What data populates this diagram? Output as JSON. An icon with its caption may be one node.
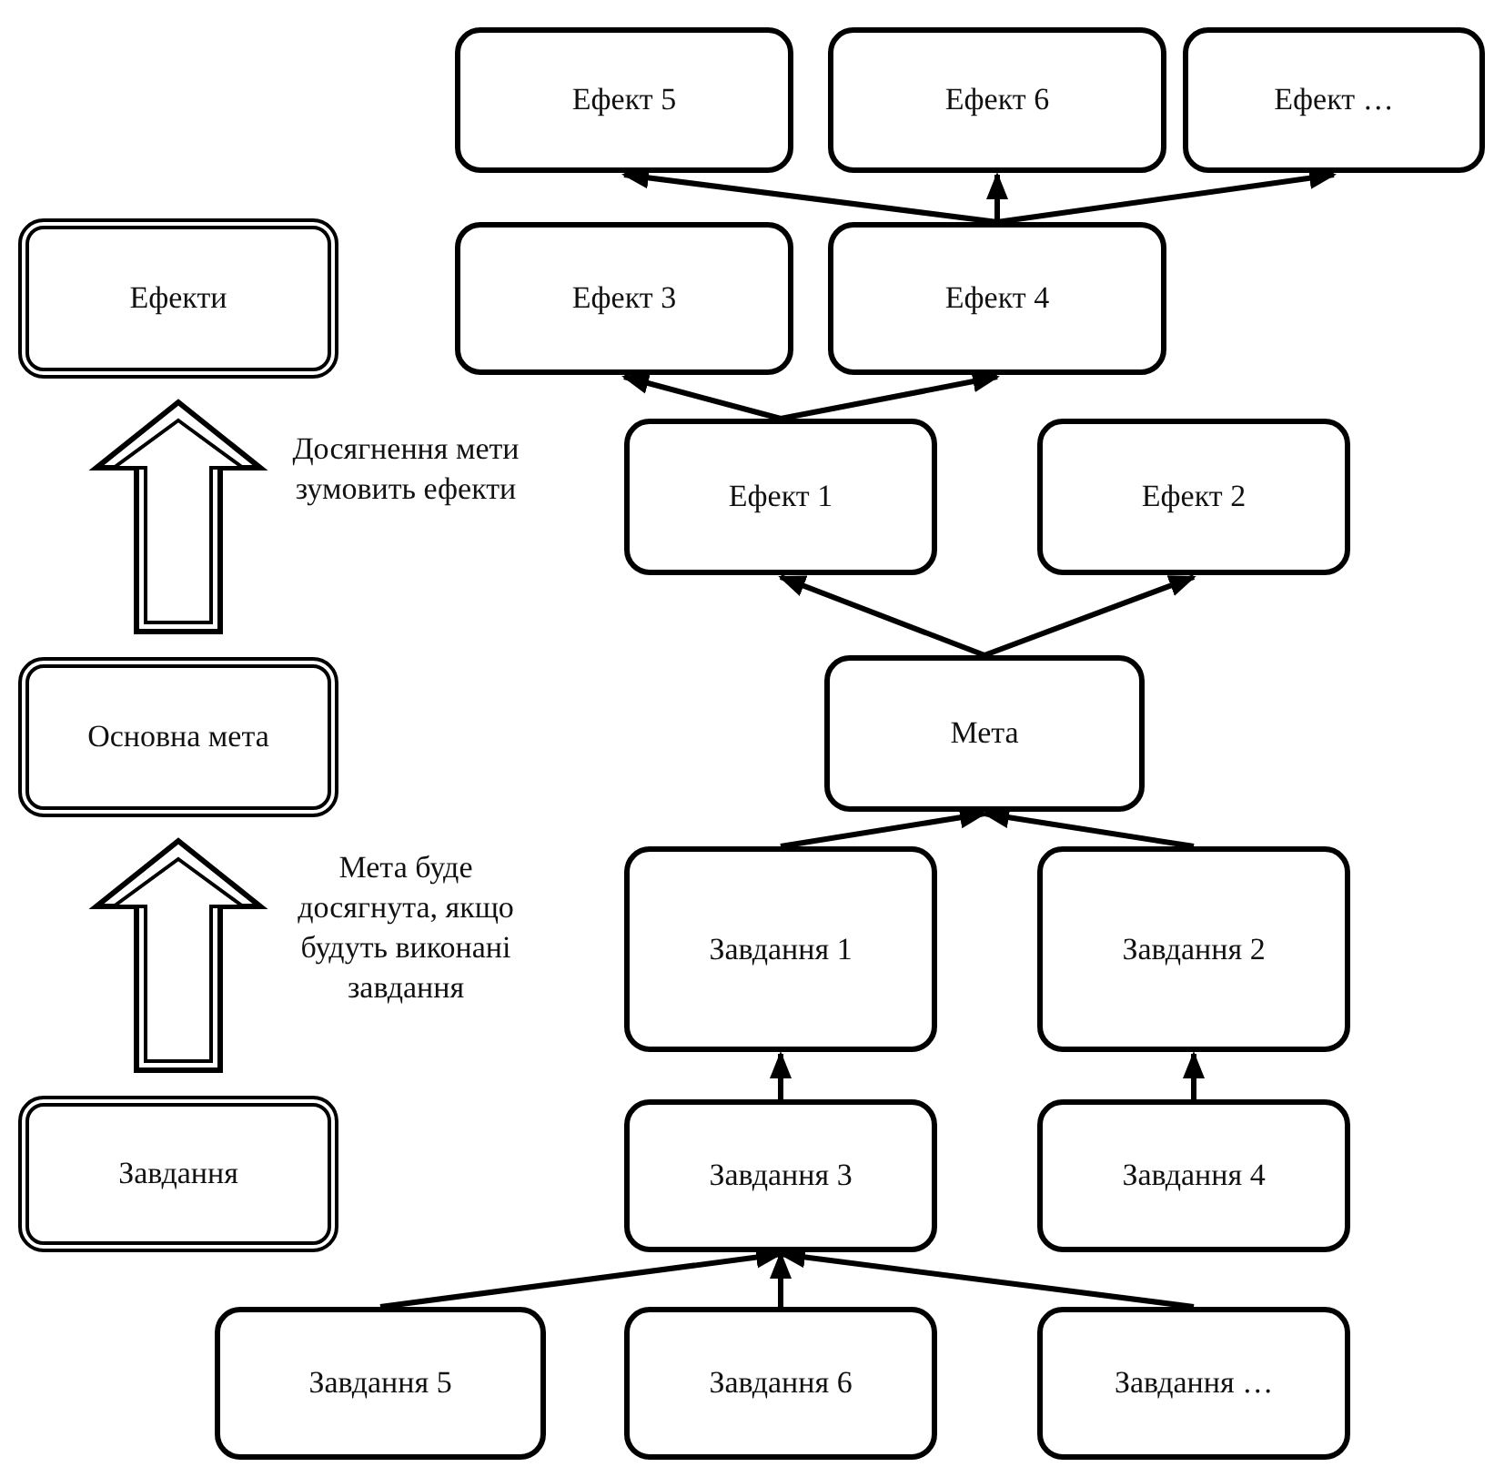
{
  "diagram": {
    "nodes": [
      {
        "text": [
          "Ефекти"
        ]
      },
      {
        "text": [
          "Основна мета"
        ]
      },
      {
        "text": [
          "Завдання"
        ]
      },
      {
        "text": [
          "Ефект 5"
        ]
      },
      {
        "text": [
          "Ефект 6"
        ]
      },
      {
        "text": [
          "Ефект …"
        ]
      },
      {
        "text": [
          "Ефект 3"
        ]
      },
      {
        "text": [
          "Ефект 4"
        ]
      },
      {
        "text": [
          "Ефект 1"
        ]
      },
      {
        "text": [
          "Ефект 2"
        ]
      },
      {
        "text": [
          "Мета"
        ]
      },
      {
        "text": [
          "Завдання 1"
        ]
      },
      {
        "text": [
          "Завдання 2"
        ]
      },
      {
        "text": [
          "Завдання 3"
        ]
      },
      {
        "text": [
          "Завдання 4"
        ]
      },
      {
        "text": [
          "Завдання 5"
        ]
      },
      {
        "text": [
          "Завдання 6"
        ]
      },
      {
        "text": [
          "Завдання …"
        ]
      }
    ],
    "edges": [
      {
        "from": 2,
        "to": 1,
        "arrow": "to",
        "style": "thick",
        "label": "Мета буде досягнута, якщо будуть виконані завдання"
      },
      {
        "from": 1,
        "to": 0,
        "arrow": "to",
        "style": "thick",
        "label": "Досягнення мети зумовить ефекти"
      },
      {
        "from": 7,
        "to": 3,
        "arrow": "to"
      },
      {
        "from": 7,
        "to": 4,
        "arrow": "to"
      },
      {
        "from": 7,
        "to": 5,
        "arrow": "to"
      },
      {
        "from": 8,
        "to": 6,
        "arrow": "to"
      },
      {
        "from": 8,
        "to": 7,
        "arrow": "to"
      },
      {
        "from": 10,
        "to": 8,
        "arrow": "to"
      },
      {
        "from": 10,
        "to": 9,
        "arrow": "to"
      },
      {
        "from": 11,
        "to": 10,
        "arrow": "to"
      },
      {
        "from": 12,
        "to": 10,
        "arrow": "to"
      },
      {
        "from": 13,
        "to": 11,
        "arrow": "to"
      },
      {
        "from": 14,
        "to": 12,
        "arrow": "to"
      },
      {
        "from": 15,
        "to": 13,
        "arrow": "to"
      },
      {
        "from": 16,
        "to": 13,
        "arrow": "to"
      },
      {
        "from": 17,
        "to": 13,
        "arrow": "to"
      }
    ]
  }
}
